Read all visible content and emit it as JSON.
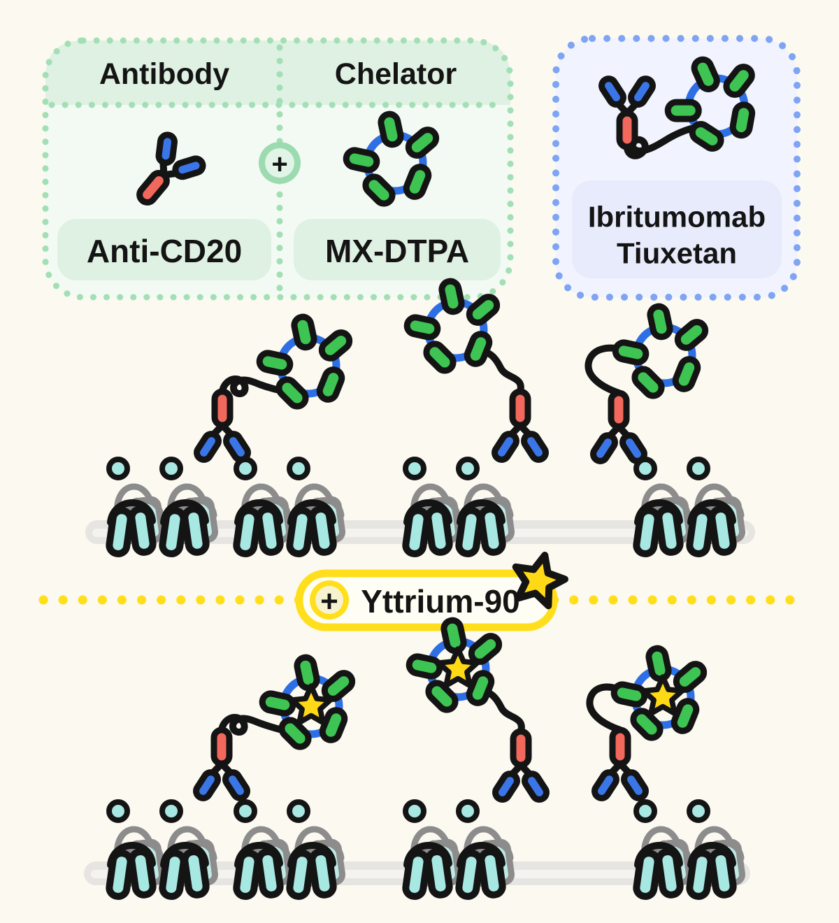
{
  "legend": {
    "antibody_header": "Antibody",
    "chelator_header": "Chelator",
    "antibody_label": "Anti-CD20",
    "chelator_label": "MX-DTPA",
    "plus": "+",
    "conjugate_name_line1": "Ibritumomab",
    "conjugate_name_line2": "Tiuxetan"
  },
  "divider": {
    "plus": "+",
    "label": "Yttrium-90"
  },
  "colors": {
    "background": "#FBF9F0",
    "outline": "#141414",
    "antibody_stem": "#F2685C",
    "antibody_arm": "#3B76E8",
    "chelator_ring": "#2E6FE6",
    "chelator_group": "#3DC452",
    "isotope_yellow": "#FFD915",
    "loop_gray": "#8C8C8C",
    "receptor_fill": "#A7E8E2",
    "receptor_ghost": "#BFE9E4",
    "membrane": "#E6E5E2",
    "membrane_stripe": "#F4F3EF",
    "divider_yellow": "#FFDF1B",
    "divider_pill_fill": "#FFFEF4",
    "plus_badge_inner": "#F7F3D0",
    "panel_green_body": "#F3FAF4",
    "panel_green_header": "#DFF1E3",
    "panel_green_dots": "#A3DFB5",
    "plus_green_ring": "#9BDBAF",
    "plus_green_fill": "#E2F4E7",
    "panel_blue_body": "#F1F4FE",
    "panel_blue_label": "#E7EBFB",
    "panel_blue_dots": "#7FA4F3"
  }
}
